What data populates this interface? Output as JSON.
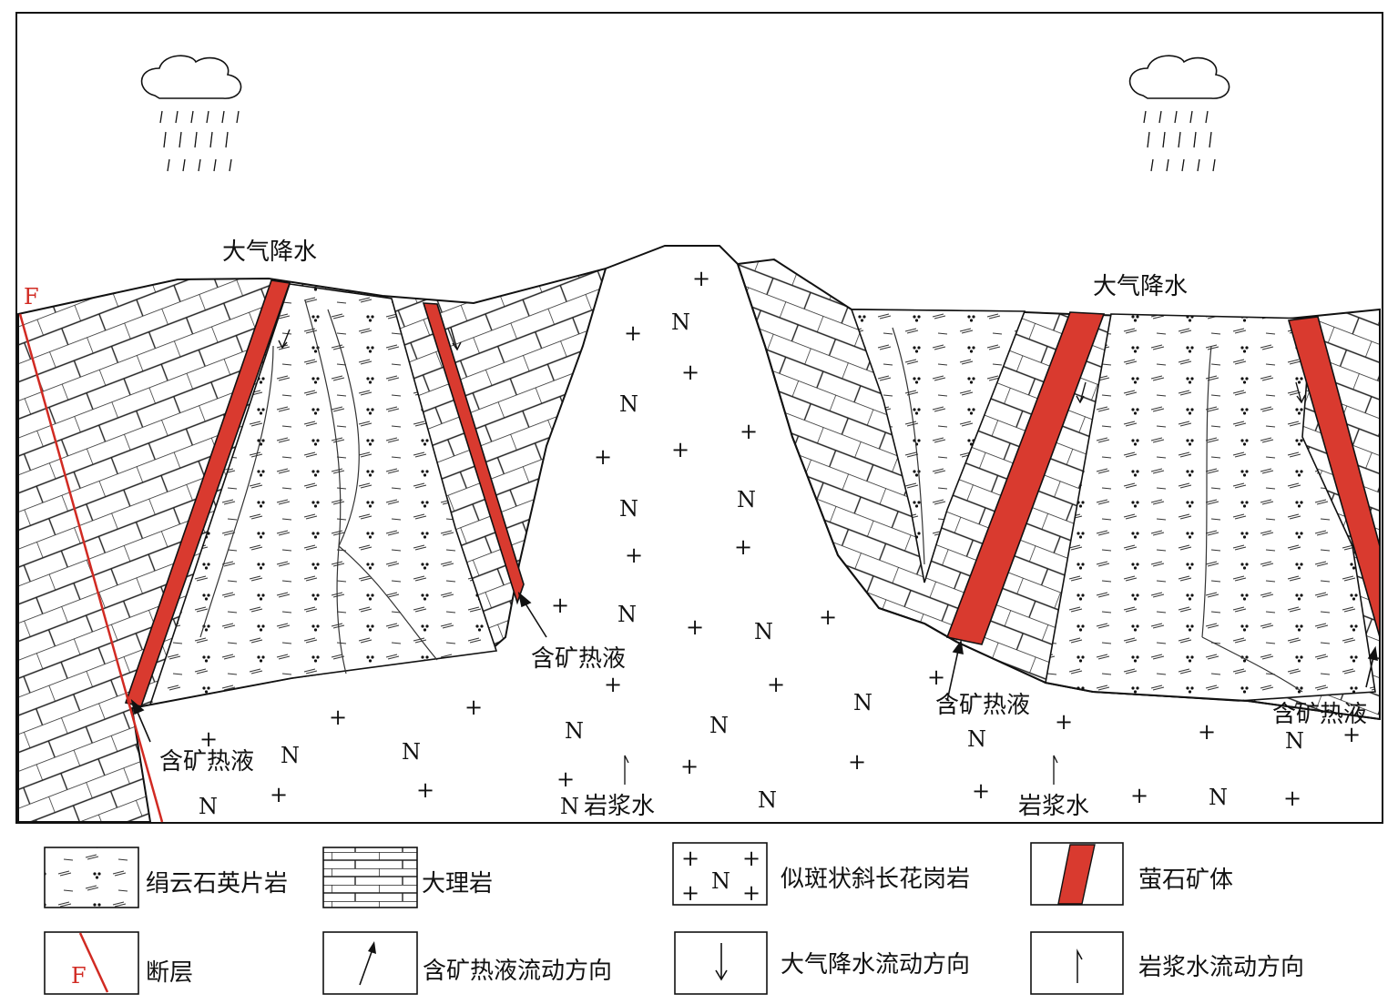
{
  "colors": {
    "ore": "#d93a2f",
    "fault": "#d12a22",
    "line": "#111111"
  },
  "diagram": {
    "fault_symbol": "F",
    "magma_symbol_n": "N",
    "magma_symbol_plus": "+",
    "labels": {
      "meteoric_water_left": "大气降水",
      "meteoric_water_right": "大气降水",
      "ore_fluid_1": "含矿热液",
      "ore_fluid_2": "含矿热液",
      "ore_fluid_3": "含矿热液",
      "ore_fluid_4": "含矿热液",
      "magmatic_water_1": "岩浆水",
      "magmatic_water_2": "岩浆水"
    }
  },
  "legend": {
    "items": [
      {
        "label": "绢云石英片岩",
        "icon": "sericite-quartz-schist-swatch"
      },
      {
        "label": "大理岩",
        "icon": "marble-swatch"
      },
      {
        "label": "似斑状斜长花岗岩",
        "icon": "porphyritic-plagiogranite-swatch"
      },
      {
        "label": "萤石矿体",
        "icon": "fluorite-orebody-swatch"
      },
      {
        "label": "断层",
        "icon": "fault-swatch"
      },
      {
        "label": "含矿热液流动方向",
        "icon": "ore-fluid-arrow"
      },
      {
        "label": "大气降水流动方向",
        "icon": "meteoric-water-arrow"
      },
      {
        "label": "岩浆水流动方向",
        "icon": "magmatic-water-arrow"
      }
    ],
    "fault_symbol": "F",
    "granite_n": "N",
    "granite_plus": "+"
  }
}
